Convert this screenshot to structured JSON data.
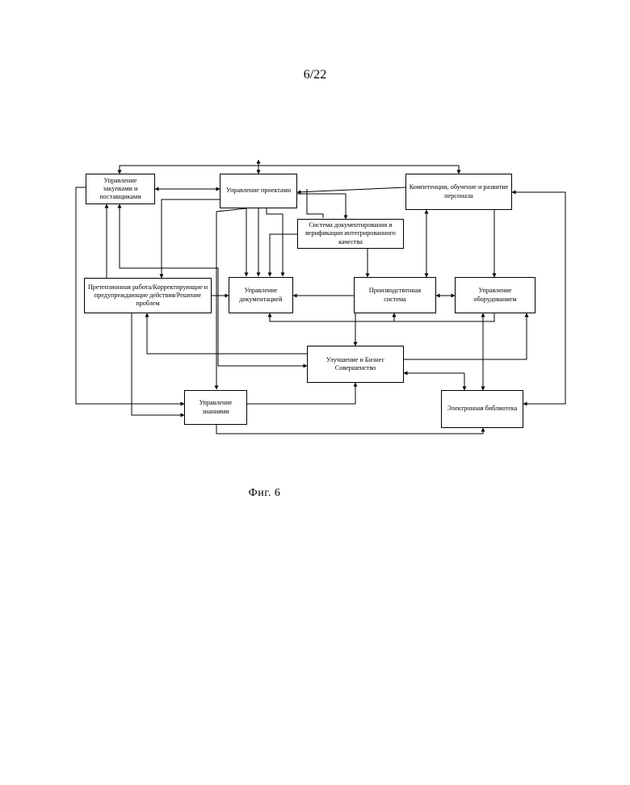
{
  "page_number": "6/22",
  "caption": "Фиг. 6",
  "nodes": {
    "procurement": "Управление закупками и поставщиками",
    "projects": "Управление проектами",
    "competence": "Компетенции, обучение и развитие персонала",
    "doc_system": "Система документирования и верификации интегрированного качества",
    "claims": "Претензионная работа/Корректирующие и предупреждающие действия/Решение проблем",
    "doc_management": "Управление документацией",
    "production": "Производственная система",
    "equipment": "Управление оборудованием",
    "improvement": "Улучшение и Бизнес Совершенство",
    "knowledge": "Управление знаниями",
    "library": "Электронная библиотека"
  }
}
